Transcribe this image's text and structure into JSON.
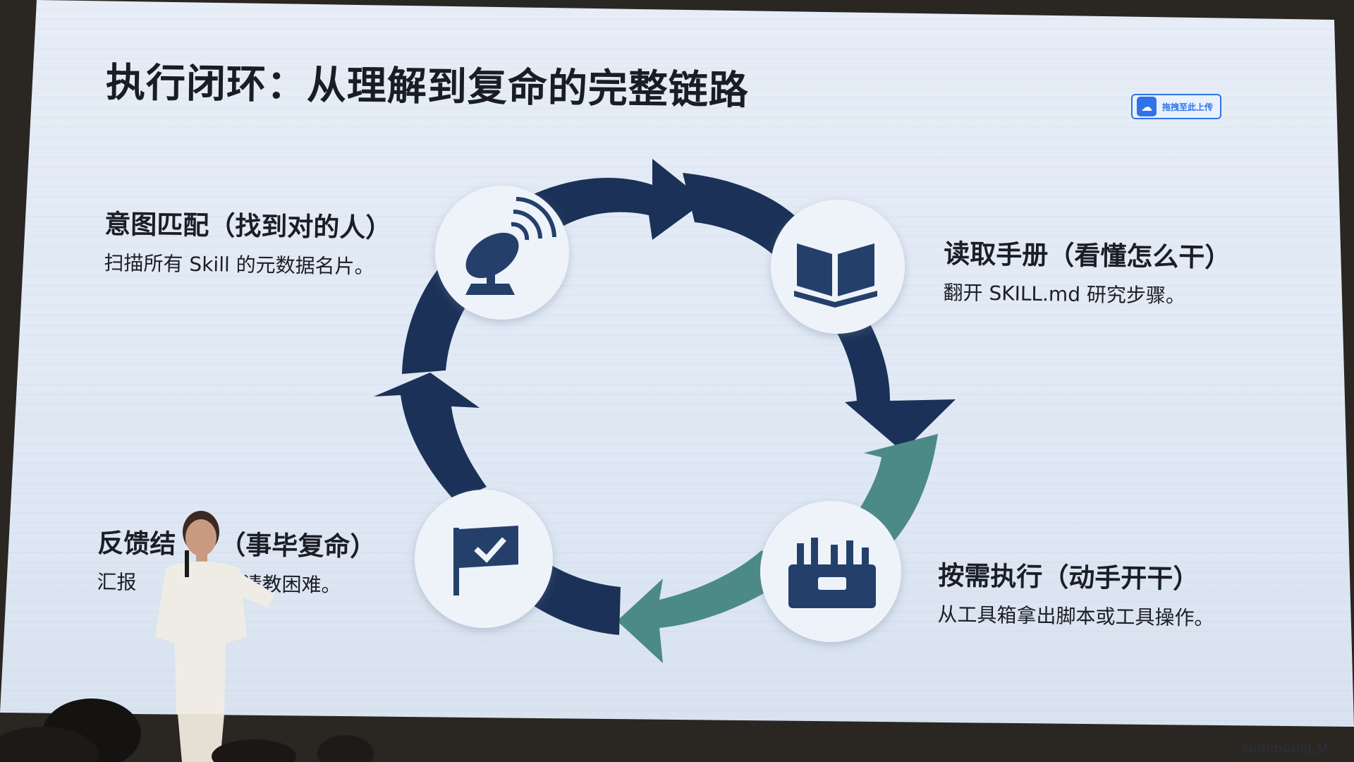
{
  "slide": {
    "title": "执行闭环：从理解到复命的完整链路",
    "upload_badge": "拖拽至此上传",
    "watermark": "NotebookLM",
    "colors": {
      "arrow_dark": "#1b3157",
      "arrow_teal": "#4b8a86",
      "icon_fill": "#24406a",
      "screen_bg": "#e3eaf5"
    },
    "steps": [
      {
        "title": "意图匹配（找到对的人）",
        "desc": "扫描所有 Skill 的元数据名片。",
        "icon": "satellite-dish-icon"
      },
      {
        "title": "读取手册（看懂怎么干）",
        "desc": "翻开 SKILL.md 研究步骤。",
        "icon": "open-book-icon"
      },
      {
        "title": "按需执行（动手开干）",
        "desc": "从工具箱拿出脚本或工具操作。",
        "icon": "toolbox-icon"
      },
      {
        "title": "反馈结",
        "title_tail": "（事毕复命）",
        "desc": "汇报",
        "desc_tail": "请教困难。",
        "icon": "checkmark-flag-icon"
      }
    ]
  }
}
